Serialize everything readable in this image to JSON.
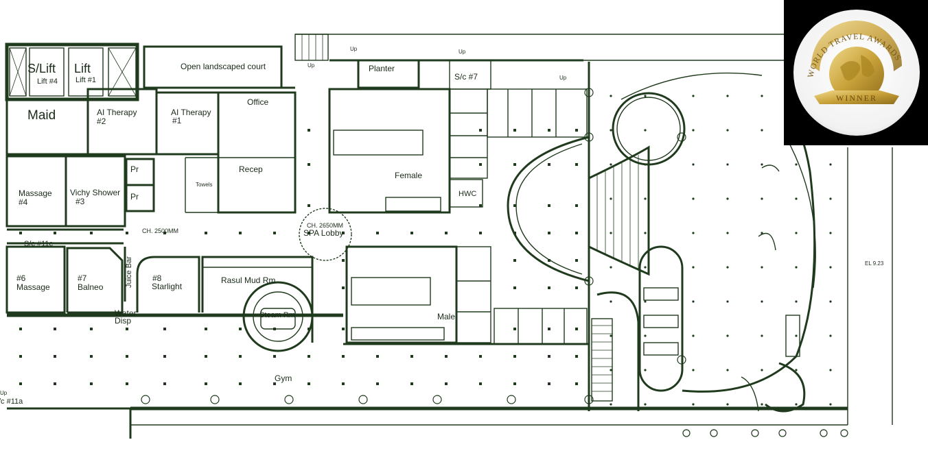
{
  "plan": {
    "rooms": {
      "slift": "S/Lift",
      "lift4": "Lift #4",
      "lift": "Lift",
      "lift1": "Lift #1",
      "maid": "Maid",
      "court": "Open landscaped court",
      "planter": "Planter",
      "sc7": "S/c #7",
      "therapy2_a": "AI Therapy",
      "therapy2_b": "#2",
      "therapy1_a": "AI Therapy",
      "therapy1_b": "#1",
      "office": "Office",
      "recep": "Recep",
      "towels": "Towels",
      "massage4_a": "Massage",
      "massage4_b": "#4",
      "vichy_a": "Vichy Shower",
      "vichy_b": "#3",
      "pr1": "Pr",
      "pr2": "Pr",
      "female": "Female",
      "hwc": "HWC",
      "ch2500": "CH. 2500MM",
      "ch2650": "CH. 2650MM",
      "lobby": "SPA Lobby",
      "sc11c": "S/c #11c",
      "massage6_a": "#6",
      "massage6_b": "Massage",
      "balneo_a": "#7",
      "balneo_b": "Balneo",
      "juice": "Juice Bar",
      "starlight_a": "#8",
      "starlight_b": "Starlight",
      "rasul": "Rasul Mud Rm",
      "steam": "Steam Rm",
      "water_a": "Water",
      "water_b": "Disp",
      "male": "Male",
      "gym": "Gym",
      "sc11a": "/c #11a",
      "el": "EL 9.23",
      "up1": "Up",
      "up2": "Up",
      "up3": "Up",
      "up4": "Up",
      "up5": "Up"
    }
  },
  "badge": {
    "line1": "WORLD TRAVEL AWARDS",
    "line2": "WINNER",
    "colors": {
      "gold": "#c9a23a",
      "gold_light": "#f0d98a",
      "frame": "#000000"
    }
  },
  "colors": {
    "line": "#1f3a1c",
    "paper": "#ffffff"
  }
}
